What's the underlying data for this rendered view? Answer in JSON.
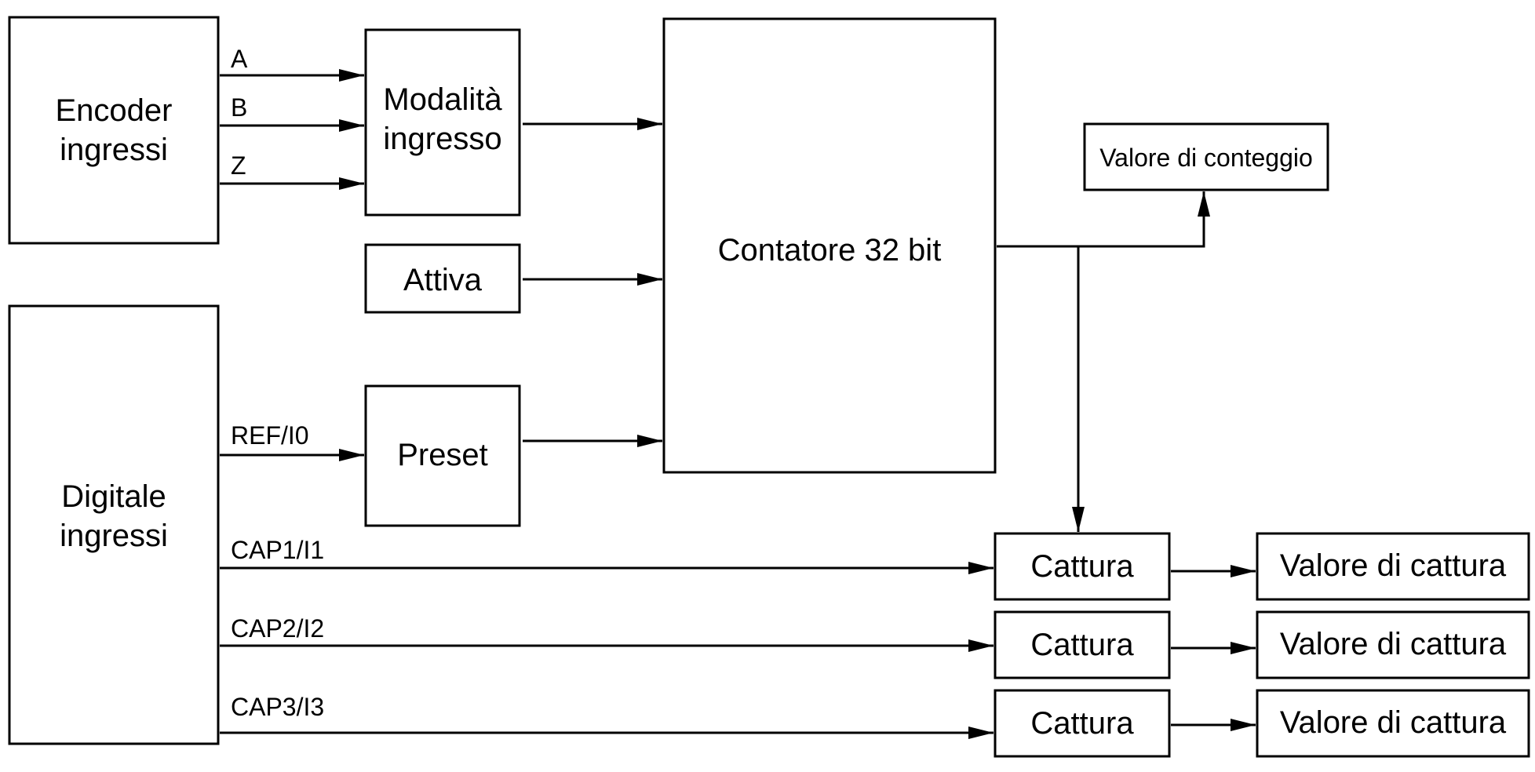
{
  "blocks": {
    "encoder": {
      "line1": "Encoder",
      "line2": "ingressi"
    },
    "digital": {
      "line1": "Digitale",
      "line2": "ingressi"
    },
    "input_mode": {
      "line1": "Modalità",
      "line2": "ingresso"
    },
    "enable": {
      "label": "Attiva"
    },
    "preset": {
      "label": "Preset"
    },
    "counter": {
      "label": "Contatore 32 bit"
    },
    "count_value": {
      "label": "Valore di conteggio"
    },
    "capture": [
      {
        "label": "Cattura"
      },
      {
        "label": "Cattura"
      },
      {
        "label": "Cattura"
      }
    ],
    "capture_value": [
      {
        "label": "Valore di cattura"
      },
      {
        "label": "Valore di cattura"
      },
      {
        "label": "Valore di cattura"
      }
    ]
  },
  "signals": {
    "a": "A",
    "b": "B",
    "z": "Z",
    "ref": "REF/I0",
    "cap1": "CAP1/I1",
    "cap2": "CAP2/I2",
    "cap3": "CAP3/I3"
  }
}
